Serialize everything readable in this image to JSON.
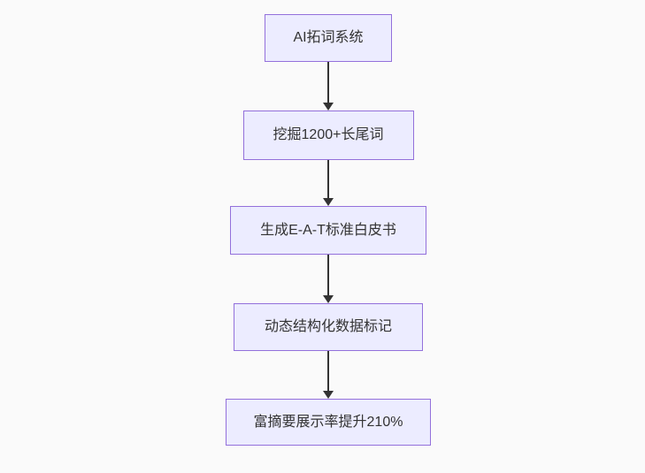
{
  "page": {
    "background_color": "#fafafa"
  },
  "flowchart": {
    "type": "flowchart-top-down",
    "node_fill_color": "#ececff",
    "node_border_color": "#9370db",
    "text_color": "#333333",
    "arrow_color": "#333333",
    "nodes": [
      {
        "label": "AI拓词系统"
      },
      {
        "label": "挖掘1200+长尾词"
      },
      {
        "label": "生成E-A-T标准白皮书"
      },
      {
        "label": "动态结构化数据标记"
      },
      {
        "label": "富摘要展示率提升210%"
      }
    ],
    "edges": [
      {
        "from": 0,
        "to": 1
      },
      {
        "from": 1,
        "to": 2
      },
      {
        "from": 2,
        "to": 3
      },
      {
        "from": 3,
        "to": 4
      }
    ]
  }
}
